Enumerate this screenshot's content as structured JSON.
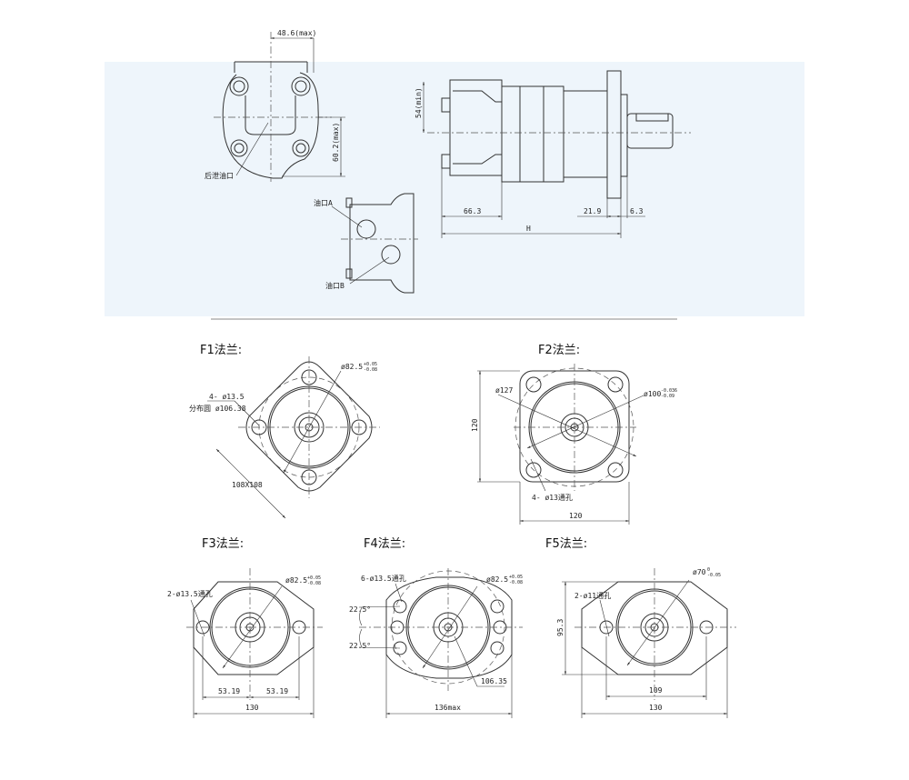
{
  "colors": {
    "background": "#ffffff",
    "band": "#eef5fb",
    "line": "#333333"
  },
  "top_views": {
    "port_end": {
      "width_dim": "48.6(max)",
      "height_dim": "60.2(max)",
      "drain_port": "后泄油口"
    },
    "port_side": {
      "port_a": "油口A",
      "port_b": "油口B"
    },
    "side": {
      "dim_54": "54(min)",
      "dim_66": "66.3",
      "dim_21": "21.9",
      "dim_6": "6.3",
      "dim_h": "H"
    }
  },
  "flanges": {
    "f1": {
      "title": "F1法兰:",
      "pilot": "ø82.5",
      "pilot_tol_upper": "+0.05",
      "pilot_tol_lower": "-0.08",
      "holes": "4- ø13.5",
      "bolt_circle": "分布圆 ø106.38",
      "square": "108X108"
    },
    "f2": {
      "title": "F2法兰:",
      "outer": "ø127",
      "pilot": "ø100",
      "pilot_tol_upper": "-0.036",
      "pilot_tol_lower": "-0.09",
      "height": "120",
      "width": "120",
      "holes": "4- ø13通孔"
    },
    "f3": {
      "title": "F3法兰:",
      "holes": "2-ø13.5通孔",
      "pilot": "ø82.5",
      "pilot_tol_upper": "+0.05",
      "pilot_tol_lower": "-0.08",
      "half_left": "53.19",
      "half_right": "53.19",
      "width": "130"
    },
    "f4": {
      "title": "F4法兰:",
      "holes": "6-ø13.5通孔",
      "pilot": "ø82.5",
      "pilot_tol_upper": "+0.05",
      "pilot_tol_lower": "-0.08",
      "angle_top": "22.5°",
      "angle_bottom": "22.5°",
      "bolt_circle": "106.35",
      "width": "136max"
    },
    "f5": {
      "title": "F5法兰:",
      "holes": "2-ø11通孔",
      "pilot": "ø70",
      "pilot_tol_upper": "0",
      "pilot_tol_lower": "-0.05",
      "height": "95.3",
      "inner_width": "109",
      "width": "130"
    }
  }
}
